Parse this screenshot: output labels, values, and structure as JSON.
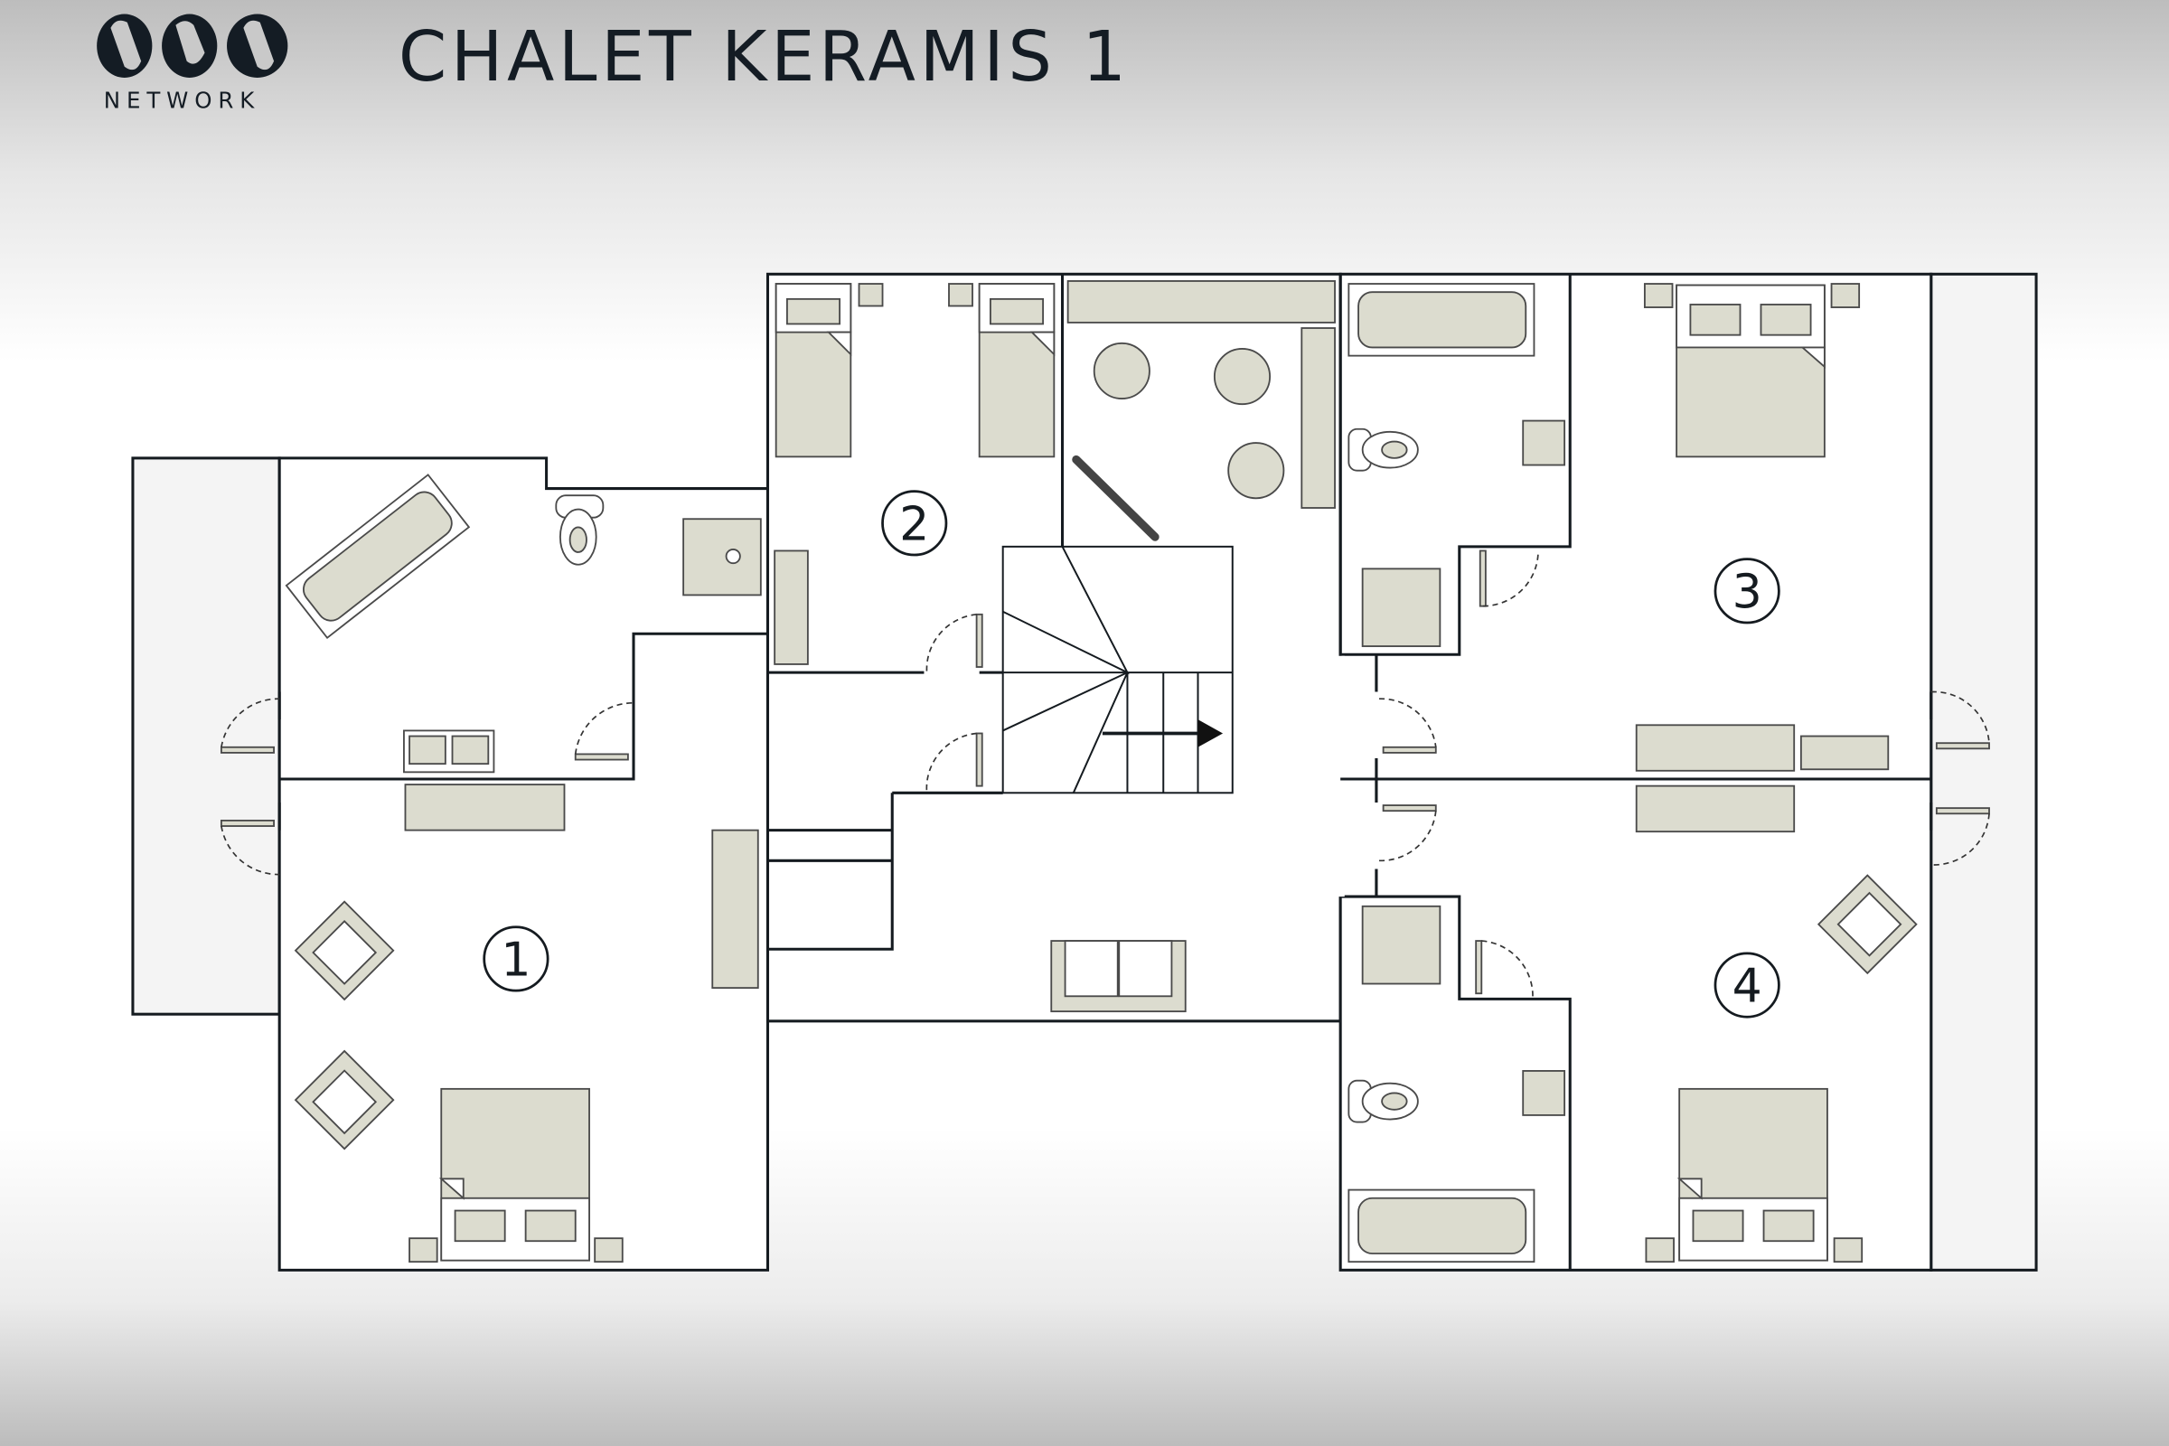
{
  "header": {
    "logo_text": "NETWORK",
    "title": "CHALET KERAMIS 1"
  },
  "rooms": [
    {
      "number": "1"
    },
    {
      "number": "2"
    },
    {
      "number": "3"
    },
    {
      "number": "4"
    }
  ],
  "colors": {
    "wall": "#151b20",
    "furniture": "#dcdccf",
    "balcony": "#f4f4f4"
  }
}
